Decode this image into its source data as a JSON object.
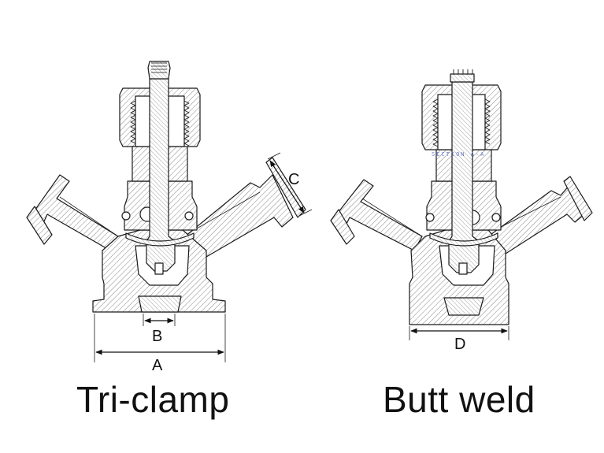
{
  "captions": {
    "left": "Tri-clamp",
    "right": "Butt weld"
  },
  "dimension_labels": {
    "a": "A",
    "b": "B",
    "c": "C",
    "d": "D"
  },
  "section_label": "SECTION A-A",
  "colors": {
    "line": "#1a1a1a",
    "hatch": "#6e6e6e",
    "section_label": "#6b7bc4",
    "background": "#ffffff"
  }
}
